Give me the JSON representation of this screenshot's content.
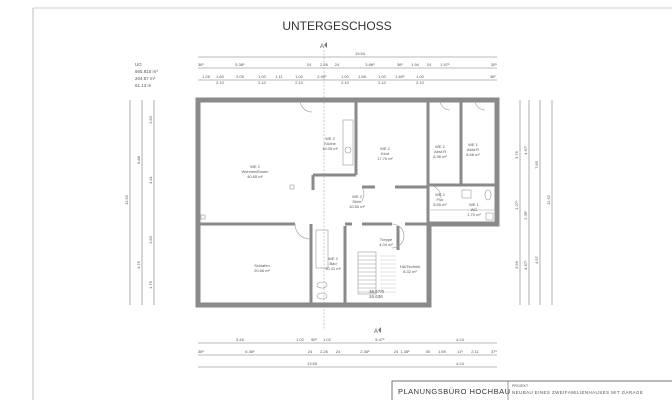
{
  "drawing": {
    "title": "UNTERGESCHOSS",
    "section_mark": "A",
    "summary": [
      "UG",
      "665.815 m³",
      "204.87 m²",
      "61.13 m"
    ]
  },
  "rooms": [
    {
      "unit": "WE 2",
      "name": "Wohnen/Essen",
      "area": "40.65 m²"
    },
    {
      "unit": "WE 2",
      "name": "Küche",
      "area": "15.05 m²"
    },
    {
      "unit": "WE 2",
      "name": "Kind",
      "area": "17.70 m²"
    },
    {
      "unit": "WE 2",
      "name": "Abst.R",
      "area": "8.36 m²"
    },
    {
      "unit": "WE 1",
      "name": "Abst.R",
      "area": "8.68 m²"
    },
    {
      "unit": "WE 2",
      "name": "Flur",
      "area": "5.65 m²"
    },
    {
      "unit": "WE 1",
      "name": "WC",
      "area": "1.70 m²"
    },
    {
      "unit": "WE 2",
      "name": "Diele",
      "area": "10.50 m²"
    },
    {
      "unit": "",
      "name": "Schlafen",
      "area": "20.66 m²"
    },
    {
      "unit": "WE 2",
      "name": "Bad",
      "area": "10.41 m²"
    },
    {
      "unit": "",
      "name": "Treppe",
      "area": "4.04 m²"
    },
    {
      "unit": "",
      "name": "HA/Technik",
      "area": "8.32 m²"
    }
  ],
  "levels": [
    "16.57/0",
    "16.636"
  ],
  "dimensions": {
    "top_1": [
      "19.54"
    ],
    "top_2": [
      "36⁵",
      "5.36⁵",
      "24",
      "2.26",
      "24",
      "3.86⁵",
      "36⁵",
      "1.94",
      "24",
      "1.97⁵",
      "30⁵"
    ],
    "top_3": [
      "1.26",
      "1.60",
      "2.05",
      "1.00",
      "1.11",
      "1.02",
      "2.90⁵",
      "1.00",
      "1.58",
      "1.00",
      "1.60⁵",
      "1.00",
      "36⁵"
    ],
    "top_3_sub": [
      "2.10",
      "2.10",
      "2.10",
      "2.10",
      "2.10",
      "2.10"
    ],
    "bottom_1": [
      "5.48",
      "1.02",
      "90⁵",
      "1.02",
      "5.47⁵",
      "4.24"
    ],
    "bottom_2": [
      "36⁵",
      "6.36⁵",
      "24",
      "2.26",
      "24",
      "2.36⁵",
      "24",
      "1.38⁵",
      "30",
      "1.69",
      "11⁵",
      "2.11",
      "37⁵"
    ],
    "bottom_3": [
      "13.65",
      "4.24"
    ],
    "left_1": [
      "12.62"
    ],
    "left_2": [
      "6.88",
      "4.76"
    ],
    "left_3": [
      "1.50",
      "3.41",
      "1.60",
      "1.76"
    ],
    "right_1": [
      "3.76",
      "1.27⁵",
      "3.56"
    ],
    "right_2": [
      "4.67⁵",
      "2.36⁵",
      "4.67⁵"
    ],
    "right_3": [
      "7.65",
      "4.97"
    ],
    "right_4": [
      "12.62"
    ]
  },
  "title_block": {
    "office": "PLANUNGSBÜRO HOCHBAU",
    "project_label": "PROJEKT",
    "project": "NEUBAU EINES ZWEIFAMILIENHAUSES MIT GARAGE"
  }
}
